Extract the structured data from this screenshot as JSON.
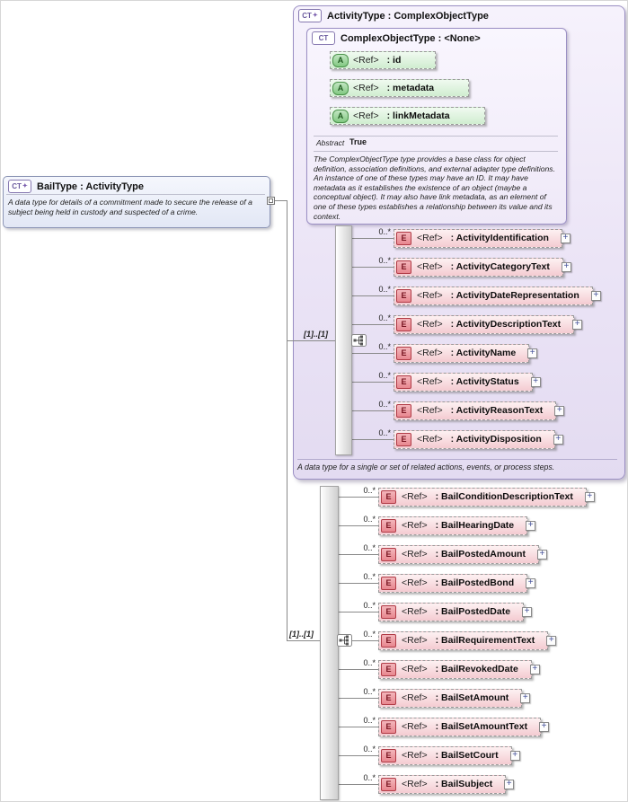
{
  "icons": {
    "ct": "CT",
    "diamond": "✦",
    "attribute": "A",
    "element": "E",
    "expand": "+"
  },
  "bail_type": {
    "title": "BailType : ActivityType",
    "description": "A data type for details of a commitment made to secure the release of a subject being held in custody and suspected of a crime."
  },
  "activity_type": {
    "title": "ActivityType : ComplexObjectType",
    "footer": "A data type for a single or set of related actions, events, or process steps.",
    "complex_object_type": {
      "title": "ComplexObjectType : <None>",
      "attributes": [
        {
          "ref": "<Ref>",
          "label": ": id"
        },
        {
          "ref": "<Ref>",
          "label": ": metadata"
        },
        {
          "ref": "<Ref>",
          "label": ": linkMetadata"
        }
      ],
      "abstract_label": "Abstract",
      "abstract_value": "True",
      "description": "The ComplexObjectType type provides a base class for object definition, association definitions, and external adapter type definitions. An instance of one of these types may have an ID. It may have metadata as it establishes the existence of an object (maybe a conceptual object). It may also have link metadata, as an element of one of these types establishes a relationship between its value and its context."
    },
    "sequence": {
      "cardinality": "[1]..[1]",
      "elements": [
        {
          "occurs": "0..*",
          "ref": "<Ref>",
          "label": ": ActivityIdentification"
        },
        {
          "occurs": "0..*",
          "ref": "<Ref>",
          "label": ": ActivityCategoryText"
        },
        {
          "occurs": "0..*",
          "ref": "<Ref>",
          "label": ": ActivityDateRepresentation"
        },
        {
          "occurs": "0..*",
          "ref": "<Ref>",
          "label": ": ActivityDescriptionText"
        },
        {
          "occurs": "0..*",
          "ref": "<Ref>",
          "label": ": ActivityName"
        },
        {
          "occurs": "0..*",
          "ref": "<Ref>",
          "label": ": ActivityStatus"
        },
        {
          "occurs": "0..*",
          "ref": "<Ref>",
          "label": ": ActivityReasonText"
        },
        {
          "occurs": "0..*",
          "ref": "<Ref>",
          "label": ": ActivityDisposition"
        }
      ]
    }
  },
  "bail_sequence": {
    "cardinality": "[1]..[1]",
    "elements": [
      {
        "occurs": "0..*",
        "ref": "<Ref>",
        "label": ": BailConditionDescriptionText"
      },
      {
        "occurs": "0..*",
        "ref": "<Ref>",
        "label": ": BailHearingDate"
      },
      {
        "occurs": "0..*",
        "ref": "<Ref>",
        "label": ": BailPostedAmount"
      },
      {
        "occurs": "0..*",
        "ref": "<Ref>",
        "label": ": BailPostedBond"
      },
      {
        "occurs": "0..*",
        "ref": "<Ref>",
        "label": ": BailPostedDate"
      },
      {
        "occurs": "0..*",
        "ref": "<Ref>",
        "label": ": BailRequirementText"
      },
      {
        "occurs": "0..*",
        "ref": "<Ref>",
        "label": ": BailRevokedDate"
      },
      {
        "occurs": "0..*",
        "ref": "<Ref>",
        "label": ": BailSetAmount"
      },
      {
        "occurs": "0..*",
        "ref": "<Ref>",
        "label": ": BailSetAmountText"
      },
      {
        "occurs": "0..*",
        "ref": "<Ref>",
        "label": ": BailSetCourt"
      },
      {
        "occurs": "0..*",
        "ref": "<Ref>",
        "label": ": BailSubject"
      }
    ]
  }
}
